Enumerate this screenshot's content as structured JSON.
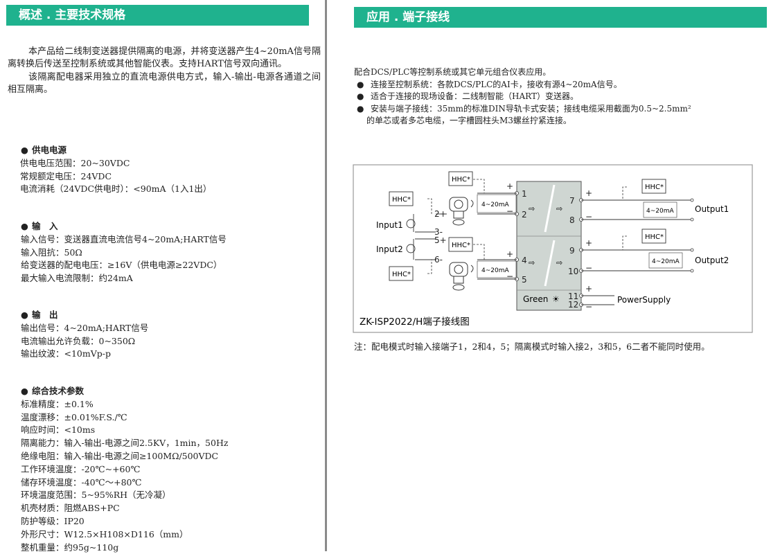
{
  "left": {
    "header": "概述 . 主要技术规格",
    "intro": [
      "本产品给二线制变送器提供隔离的电源，并将变送器产生4~20mA信号隔离转换后传送至控制系统或其他智能仪表。支持HART信号双向通讯。",
      "该隔离配电器采用独立的直流电源供电方式，输入-输出-电源各通道之间相互隔离。"
    ],
    "sections": [
      {
        "title": "供电电源",
        "lines": [
          "供电电压范围：20~30VDC",
          "常规额定电压：24VDC",
          "电流消耗（24VDC供电时）：<90mA（1入1出）"
        ]
      },
      {
        "title": "输　入",
        "lines": [
          "输入信号：变送器直流电流信号4~20mA;HART信号",
          "输入阻抗：50Ω",
          "给变送器的配电电压：≥16V（供电电源≥22VDC）",
          "最大输入电流限制：约24mA"
        ]
      },
      {
        "title": "输　出",
        "lines": [
          "输出信号：4~20mA;HART信号",
          "电流输出允许负载：0~350Ω",
          "输出纹波：<10mVp-p"
        ]
      },
      {
        "title": "综合技术参数",
        "lines": [
          "标准精度：±0.1%",
          "温度漂移：±0.01%F.S./℃",
          "响应时间：<10ms",
          "隔离能力：输入-输出-电源之间2.5KV，1min，50Hz",
          "绝缘电阻：输入-输出-电源之间≥100MΩ/500VDC",
          "工作环境温度：-20℃~+60℃",
          "储存环境温度：-40℃～+80℃",
          "环境温度范围：5~95%RH（无冷凝）",
          "机壳材质：阻燃ABS+PC",
          "防护等级：IP20",
          "外形尺寸：W12.5×H108×D116（mm）",
          "整机重量：约95g~110g"
        ]
      }
    ]
  },
  "right": {
    "header": "应用 . 端子接线",
    "intro": "配合DCS/PLC等控制系统或其它单元组合仪表应用。",
    "bullets": [
      "连接至控制系统：各款DCS/PLC的AI卡，接收有源4~20mA信号。",
      "适合于连接的现场设备：二线制智能（HART）变送器。",
      "安装与端子接线：35mm的标准DIN导轨卡式安装；接线电缆采用截面为0.5~2.5mm²"
    ],
    "bullet_cont": "的单芯或者多芯电缆，一字槽圆柱头M3螺丝拧紧连接。",
    "bullet_symbol": "●",
    "diagram": {
      "caption": "ZK-ISP2022/H端子接线图",
      "hhc": "HHC*",
      "current": "4~20mA",
      "input1": "Input1",
      "input2": "Input2",
      "output1": "Output1",
      "output2": "Output2",
      "power": "PowerSupply",
      "green": "Green",
      "plus": "+",
      "minus": "−",
      "terminals_left": {
        "t1": "1",
        "t2": "2",
        "t4": "4",
        "t5": "5"
      },
      "terminals_input": {
        "t2p": "2+",
        "t3m": "3-",
        "t5p": "5+",
        "t6m": "6-"
      },
      "terminals_right": {
        "t7": "7",
        "t8": "8",
        "t9": "9",
        "t10": "10",
        "t11": "11",
        "t12": "12"
      }
    },
    "note": "注：配电模式时输入接端子1，2和4，5；隔离模式时输入接2，3和5，6二者不能同时使用。"
  },
  "colors": {
    "header_bg": "#1fb28e",
    "module_bg": "#cfd6d2",
    "diagram_border": "#999999"
  }
}
